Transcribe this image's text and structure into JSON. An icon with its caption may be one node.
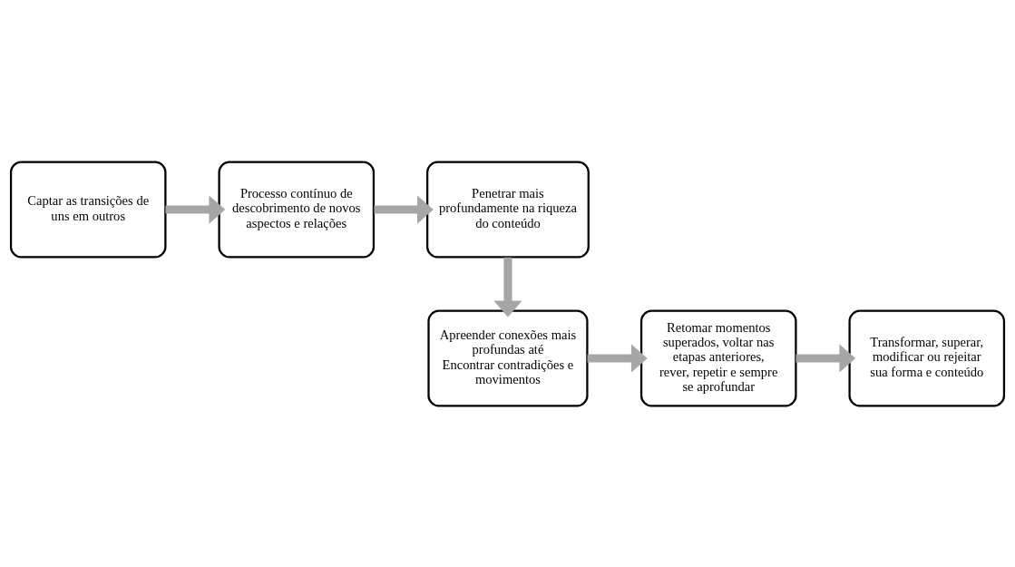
{
  "diagram": {
    "nodes": [
      {
        "text": [
          "Captar as transições de uns em outros"
        ]
      },
      {
        "text": [
          "Processo contínuo de descobrimento de novos aspectos e relações"
        ]
      },
      {
        "text": [
          "Penetrar mais profundamente na riqueza do conteúdo"
        ]
      },
      {
        "text": [
          "Apreender conexões mais profundas até",
          "Encontrar contradições e movimentos"
        ]
      },
      {
        "text": [
          "Retomar momentos superados, voltar nas etapas anteriores, rever, repetir e sempre se aprofundar"
        ]
      },
      {
        "text": [
          "Transformar, superar, modificar ou rejeitar sua forma e conteúdo"
        ]
      }
    ],
    "edges": [
      {
        "from": 0,
        "to": 1,
        "arrow": "to"
      },
      {
        "from": 1,
        "to": 2,
        "arrow": "to"
      },
      {
        "from": 2,
        "to": 3,
        "arrow": "to"
      },
      {
        "from": 3,
        "to": 4,
        "arrow": "to"
      },
      {
        "from": 4,
        "to": 5,
        "arrow": "to"
      }
    ]
  }
}
